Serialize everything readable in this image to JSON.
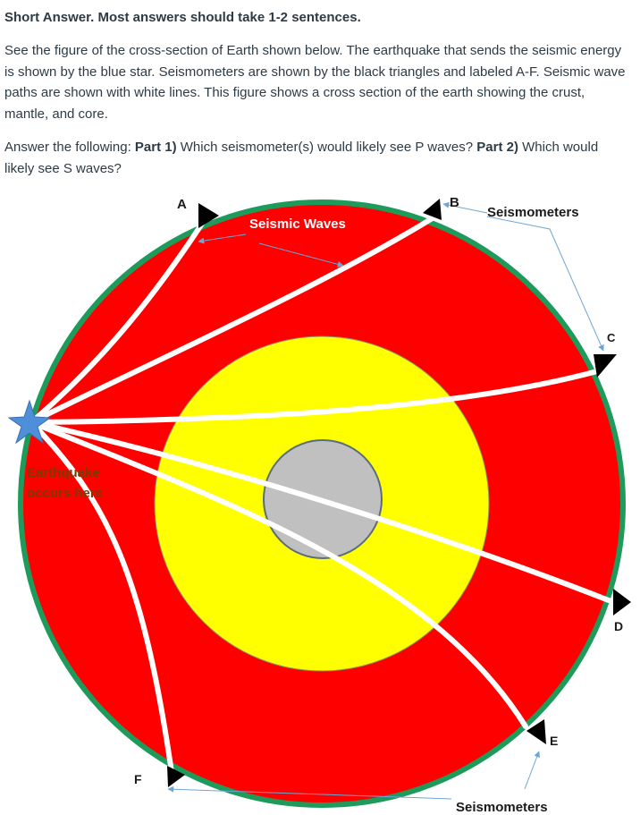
{
  "heading": "Short Answer. Most answers should take 1-2 sentences.",
  "intro": "See the figure of the cross-section of Earth shown below. The earthquake that sends the seismic energy is shown by the blue star. Seismometers are shown by the black triangles and labeled A-F. Seismic wave paths are shown with white lines. This figure shows a cross section of the earth showing the crust, mantle, and core.",
  "question": {
    "prefix": "Answer the following: ",
    "part1_label": "Part 1)",
    "part1_text": " Which seismometer(s) would likely see P waves? ",
    "part2_label": "Part 2)",
    "part2_text": " Which would likely see S waves?"
  },
  "diagram": {
    "labels": {
      "seismic_waves": "Seismic Waves",
      "seismometers_top": "Seismometers",
      "seismometers_bottom": "Seismometers",
      "earthquake_line1": "Earthquake",
      "earthquake_line2": "occurs here"
    },
    "stations": {
      "a": "A",
      "b": "B",
      "c": "C",
      "d": "D",
      "e": "E",
      "f": "F"
    },
    "colors": {
      "mantle": "#ff0000",
      "crust_outline": "#1e9b5a",
      "outer_core": "#ffff00",
      "inner_core": "#c0c0c0",
      "wave": "#ffffff",
      "star": "#4f8fd9",
      "callout": "#6fa6d6"
    }
  }
}
